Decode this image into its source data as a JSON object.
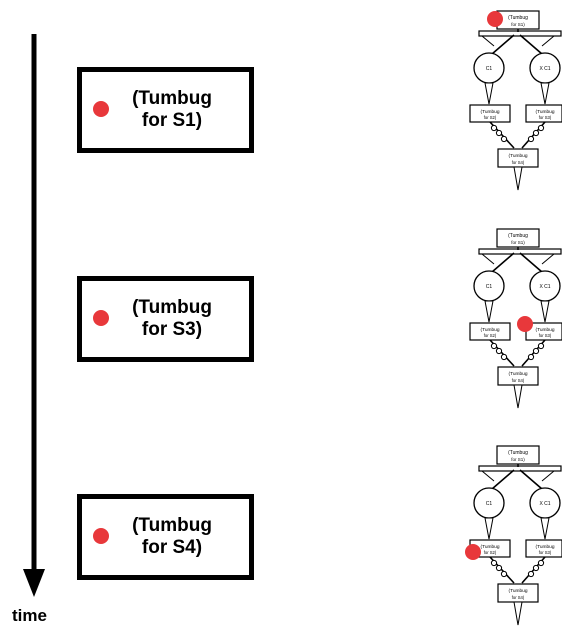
{
  "timeline": {
    "label": "time"
  },
  "states": [
    {
      "line1": "(Tumbug",
      "line2": "for S1)"
    },
    {
      "line1": "(Tumbug",
      "line2": "for S3)"
    },
    {
      "line1": "(Tumbug",
      "line2": "for S4)"
    }
  ],
  "mini_diagrams": [
    {
      "marker_at": "S1"
    },
    {
      "marker_at": "S3"
    },
    {
      "marker_at": "S4"
    }
  ],
  "mini_labels": {
    "s1_line1": "(Tumbug",
    "s1_line2": "for S1)",
    "s2_line1": "(Tumbug",
    "s2_line2": "for S2)",
    "s3_line1": "(Tumbug",
    "s3_line2": "for S3)",
    "s4_line1": "(Tumbug",
    "s4_line2": "for S4)",
    "condition": "C1",
    "not_condition": "X C1"
  },
  "colors": {
    "marker": "#e8383b",
    "ink": "#000000"
  }
}
